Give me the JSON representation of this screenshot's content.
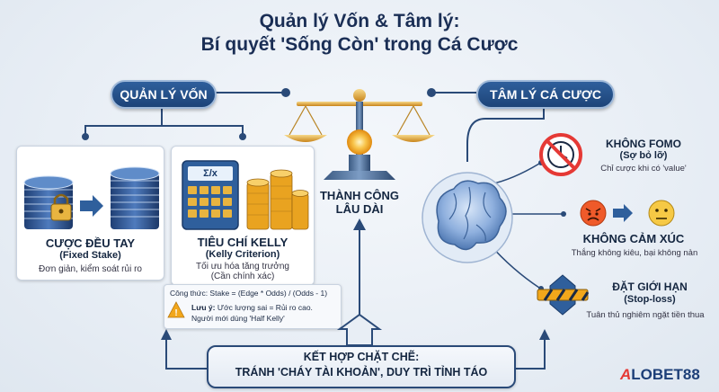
{
  "title": {
    "line1": "Quản lý Vốn & Tâm lý:",
    "line2": "Bí quyết 'Sống Còn' trong Cá Cược"
  },
  "left_section": {
    "pill": "QUẢN LÝ VỐN",
    "fixed_stake": {
      "title": "CƯỢC ĐỀU TAY",
      "subtitle": "(Fixed Stake)",
      "desc": "Đơn giản, kiểm soát rủi ro"
    },
    "kelly": {
      "title": "TIÊU CHÍ KELLY",
      "subtitle": "(Kelly Criterion)",
      "desc1": "Tối ưu hóa tăng trưởng",
      "desc2": "(Cần chính xác)",
      "formula": "Công thức: Stake = (Edge * Odds) / (Odds - 1)",
      "warn_label": "Lưu ý:",
      "warn_text1": "Ước lượng sai = Rủi ro cao.",
      "warn_text2": "Người mới dùng 'Half Kelly'",
      "calc_display": "Σ/x"
    }
  },
  "center": {
    "label1": "THÀNH CÔNG",
    "label2": "LÂU DÀI"
  },
  "right_section": {
    "pill": "TÂM LÝ CÁ CƯỢC",
    "items": [
      {
        "title": "KHÔNG FOMO",
        "subtitle": "(Sợ bỏ lỡ)",
        "desc": "Chỉ cược khi có 'value'",
        "icon": "no-clock-icon"
      },
      {
        "title": "KHÔNG CẢM XÚC",
        "desc": "Thắng không kiêu, bại không nản",
        "icon": "emotion-faces-icon"
      },
      {
        "title": "ĐẶT GIỚI HẠN",
        "subtitle": "(Stop-loss)",
        "desc": "Tuân thủ nghiêm ngặt tiền thua",
        "icon": "barrier-icon"
      }
    ]
  },
  "bottom": {
    "line1": "KẾT HỢP CHẶT CHẼ:",
    "line2": "TRÁNH 'CHÁY TÀI KHOẢN', DUY TRÌ TỈNH TÁO"
  },
  "logo": {
    "text_a": "A",
    "text_lo": "LO",
    "text_bet": "BET88"
  },
  "colors": {
    "navy": "#1d4478",
    "gold": "#e9a320",
    "accent_red": "#e53935"
  }
}
